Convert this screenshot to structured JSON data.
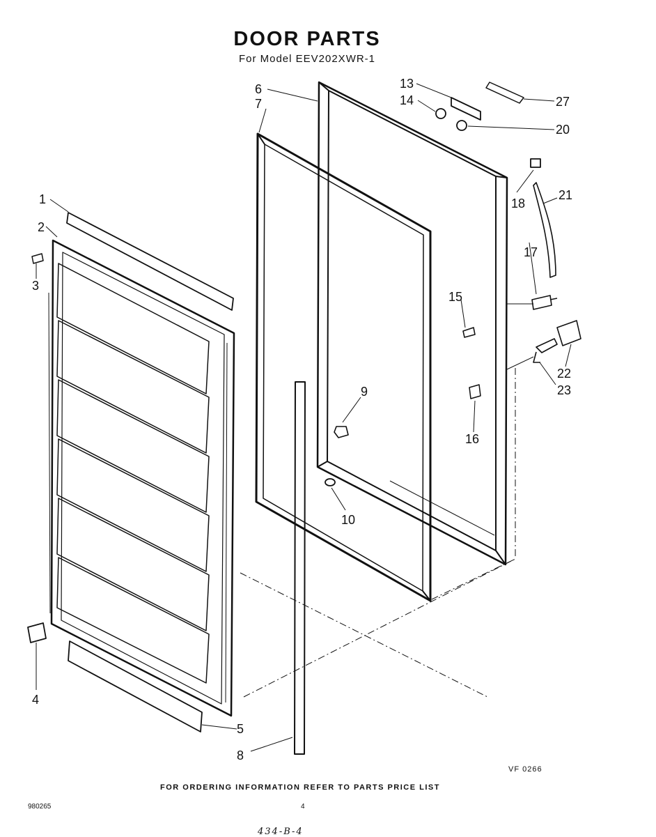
{
  "header": {
    "title": "DOOR PARTS",
    "subtitle": "For Model EEV202XWR-1"
  },
  "callouts": [
    {
      "id": "1",
      "label": "1"
    },
    {
      "id": "2",
      "label": "2"
    },
    {
      "id": "3",
      "label": "3"
    },
    {
      "id": "4",
      "label": "4"
    },
    {
      "id": "5",
      "label": "5"
    },
    {
      "id": "6",
      "label": "6"
    },
    {
      "id": "7",
      "label": "7"
    },
    {
      "id": "8",
      "label": "8"
    },
    {
      "id": "9",
      "label": "9"
    },
    {
      "id": "10",
      "label": "10"
    },
    {
      "id": "13",
      "label": "13"
    },
    {
      "id": "14",
      "label": "14"
    },
    {
      "id": "15",
      "label": "15"
    },
    {
      "id": "16",
      "label": "16"
    },
    {
      "id": "17",
      "label": "17"
    },
    {
      "id": "18",
      "label": "18"
    },
    {
      "id": "20",
      "label": "20"
    },
    {
      "id": "21",
      "label": "21"
    },
    {
      "id": "22",
      "label": "22"
    },
    {
      "id": "23",
      "label": "23"
    },
    {
      "id": "27",
      "label": "27"
    }
  ],
  "footer": {
    "note": "FOR ORDERING INFORMATION REFER TO PARTS PRICE LIST",
    "drawing_code": "VF 0266",
    "doc_number": "980265",
    "page_number": "4",
    "handwritten": "434-B-4"
  }
}
